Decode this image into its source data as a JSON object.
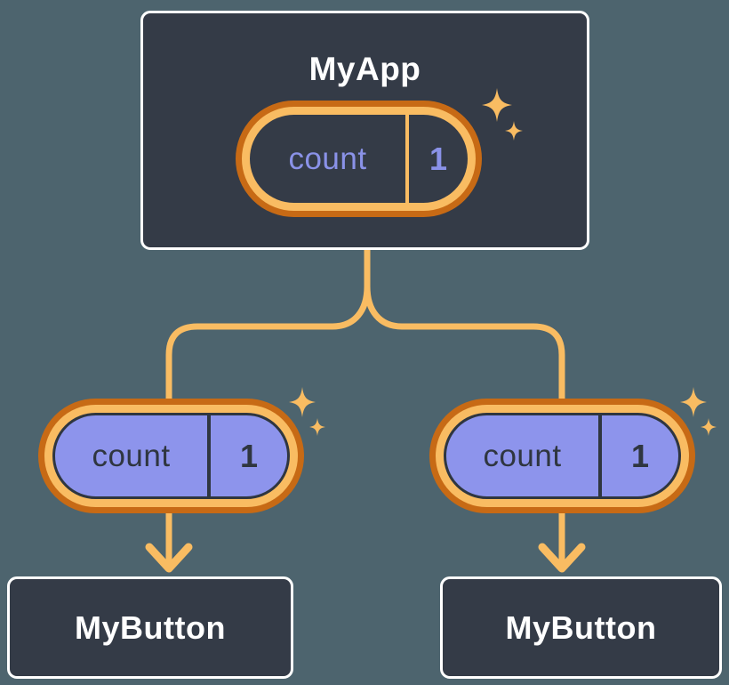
{
  "app_card": {
    "title": "MyApp",
    "state": {
      "name": "count",
      "value": "1"
    }
  },
  "prop_pills": [
    {
      "name": "count",
      "value": "1"
    },
    {
      "name": "count",
      "value": "1"
    }
  ],
  "button_cards": [
    {
      "title": "MyButton"
    },
    {
      "title": "MyButton"
    }
  ],
  "icons": {
    "sparkle": "sparkle-icon",
    "arrow": "arrow-down-icon"
  },
  "colors": {
    "background": "#4D646E",
    "card": "#343B47",
    "card_border": "#FFFFFF",
    "orange_dark": "#C76A15",
    "orange_light": "#F9BC62",
    "purple_fill": "#8D94EC",
    "purple_text": "#8A92E8",
    "ink": "#2F3640",
    "title_text": "#FFFFFF"
  }
}
